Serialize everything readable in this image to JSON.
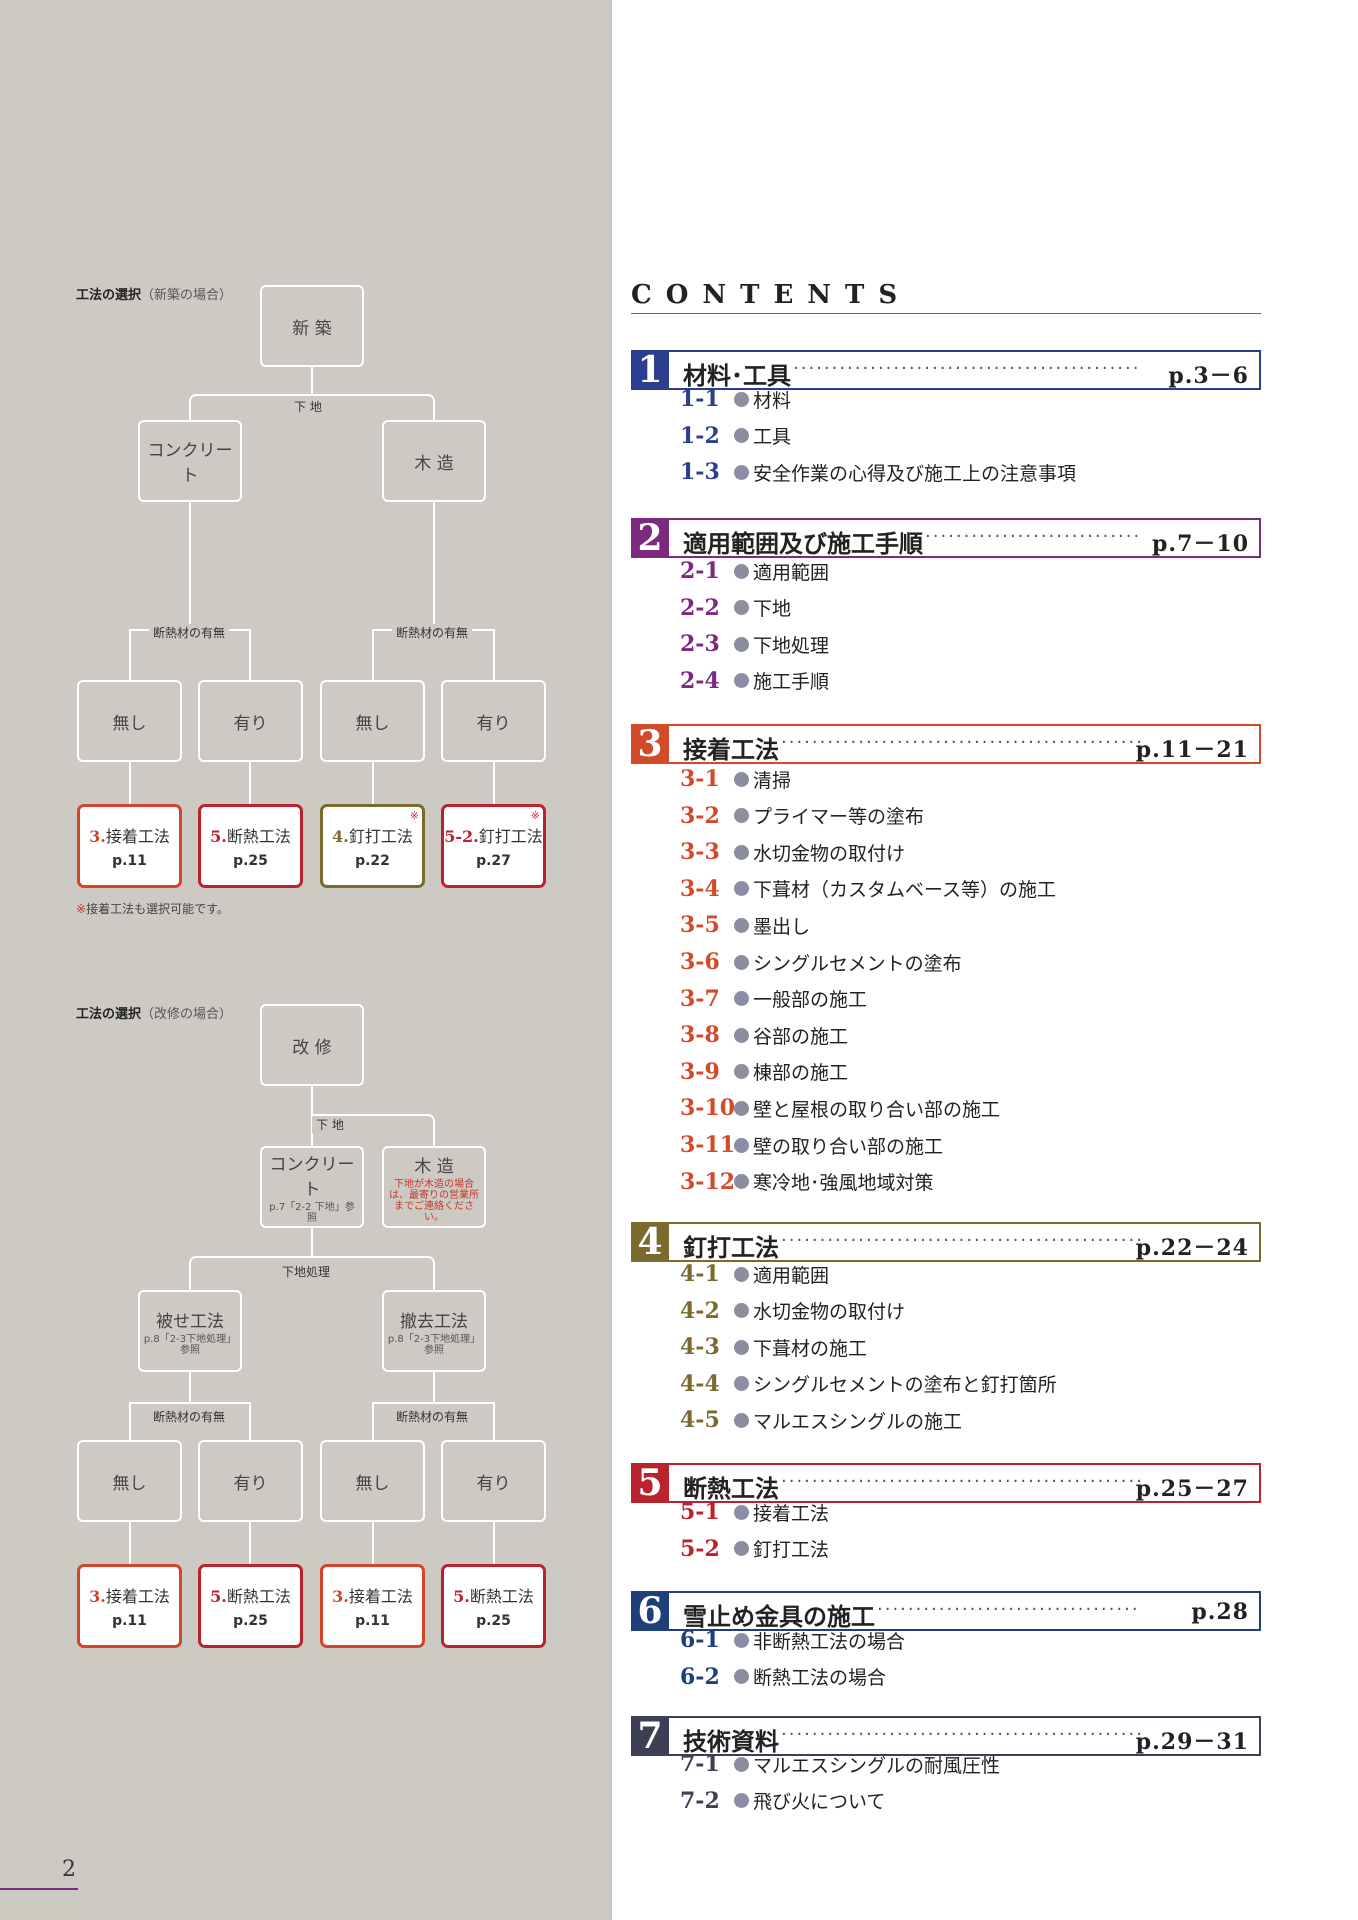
{
  "page_number": "2",
  "flow_new": {
    "title_bold": "工法の選択",
    "title_rest": "（新築の場合）",
    "root": "新 築",
    "substrate_label": "下 地",
    "concrete": "コンクリート",
    "wood": "木 造",
    "insulation_label": "断熱材の有無",
    "none": "無し",
    "yes": "有り",
    "results": [
      {
        "num": "3.",
        "name": "接着工法",
        "page": "p.11",
        "mark": ""
      },
      {
        "num": "5.",
        "name": "断熱工法",
        "page": "p.25",
        "mark": ""
      },
      {
        "num": "4.",
        "name": "釘打工法",
        "page": "p.22",
        "mark": "※"
      },
      {
        "num": "5-2.",
        "name": "釘打工法",
        "page": "p.27",
        "mark": "※"
      }
    ],
    "note_mark": "※",
    "note_text": "接着工法も選択可能です。"
  },
  "flow_renovation": {
    "title_bold": "工法の選択",
    "title_rest": "（改修の場合）",
    "root": "改 修",
    "substrate_label": "下 地",
    "concrete": "コンクリート",
    "concrete_sub": "p.7「2-2 下地」参照",
    "wood": "木 造",
    "wood_sub": "下地が木造の場合は、最寄りの営業所までご連絡ください。",
    "treatment_label": "下地処理",
    "overlay": "被せ工法",
    "overlay_sub": "p.8「2-3下地処理」参照",
    "removal": "撤去工法",
    "removal_sub": "p.8「2-3下地処理」参照",
    "insulation_label": "断熱材の有無",
    "none": "無し",
    "yes": "有り",
    "results": [
      {
        "num": "3.",
        "name": "接着工法",
        "page": "p.11"
      },
      {
        "num": "5.",
        "name": "断熱工法",
        "page": "p.25"
      },
      {
        "num": "3.",
        "name": "接着工法",
        "page": "p.11"
      },
      {
        "num": "5.",
        "name": "断熱工法",
        "page": "p.25"
      }
    ]
  },
  "contents": {
    "title": "CONTENTS",
    "chapters": [
      {
        "num": "1",
        "title": "材料･工具",
        "page": "p.3－6",
        "color": "#2c3e8f",
        "items": [
          {
            "num": "1-1",
            "text": "材料"
          },
          {
            "num": "1-2",
            "text": "工具"
          },
          {
            "num": "1-3",
            "text": "安全作業の心得及び施工上の注意事項"
          }
        ]
      },
      {
        "num": "2",
        "title": "適用範囲及び施工手順",
        "page": "p.7－10",
        "color": "#7b2a7e",
        "items": [
          {
            "num": "2-1",
            "text": "適用範囲"
          },
          {
            "num": "2-2",
            "text": "下地"
          },
          {
            "num": "2-3",
            "text": "下地処理"
          },
          {
            "num": "2-4",
            "text": "施工手順"
          }
        ]
      },
      {
        "num": "3",
        "title": "接着工法",
        "page": "p.11－21",
        "color": "#d24a2a",
        "items": [
          {
            "num": "3-1",
            "text": "清掃"
          },
          {
            "num": "3-2",
            "text": "プライマー等の塗布"
          },
          {
            "num": "3-3",
            "text": "水切金物の取付け"
          },
          {
            "num": "3-4",
            "text": "下葺材（カスタムベース等）の施工"
          },
          {
            "num": "3-5",
            "text": "墨出し"
          },
          {
            "num": "3-6",
            "text": "シングルセメントの塗布"
          },
          {
            "num": "3-7",
            "text": "一般部の施工"
          },
          {
            "num": "3-8",
            "text": "谷部の施工"
          },
          {
            "num": "3-9",
            "text": "棟部の施工"
          },
          {
            "num": "3-10",
            "text": "壁と屋根の取り合い部の施工"
          },
          {
            "num": "3-11",
            "text": "壁の取り合い部の施工"
          },
          {
            "num": "3-12",
            "text": "寒冷地･強風地域対策"
          }
        ]
      },
      {
        "num": "4",
        "title": "釘打工法",
        "page": "p.22－24",
        "color": "#7a6a2e",
        "items": [
          {
            "num": "4-1",
            "text": "適用範囲"
          },
          {
            "num": "4-2",
            "text": "水切金物の取付け"
          },
          {
            "num": "4-3",
            "text": "下葺材の施工"
          },
          {
            "num": "4-4",
            "text": "シングルセメントの塗布と釘打箇所"
          },
          {
            "num": "4-5",
            "text": "マルエスシングルの施工"
          }
        ]
      },
      {
        "num": "5",
        "title": "断熱工法",
        "page": "p.25－27",
        "color": "#b8232e",
        "items": [
          {
            "num": "5-1",
            "text": "接着工法"
          },
          {
            "num": "5-2",
            "text": "釘打工法"
          }
        ]
      },
      {
        "num": "6",
        "title": "雪止め金具の施工",
        "page": "p.28",
        "color": "#1f3f7a",
        "items": [
          {
            "num": "6-1",
            "text": "非断熱工法の場合"
          },
          {
            "num": "6-2",
            "text": "断熱工法の場合"
          }
        ]
      },
      {
        "num": "7",
        "title": "技術資料",
        "page": "p.29－31",
        "color": "#3d3f55",
        "items": [
          {
            "num": "7-1",
            "text": "マルエスシングルの耐風圧性"
          },
          {
            "num": "7-2",
            "text": "飛び火について"
          }
        ]
      }
    ]
  }
}
